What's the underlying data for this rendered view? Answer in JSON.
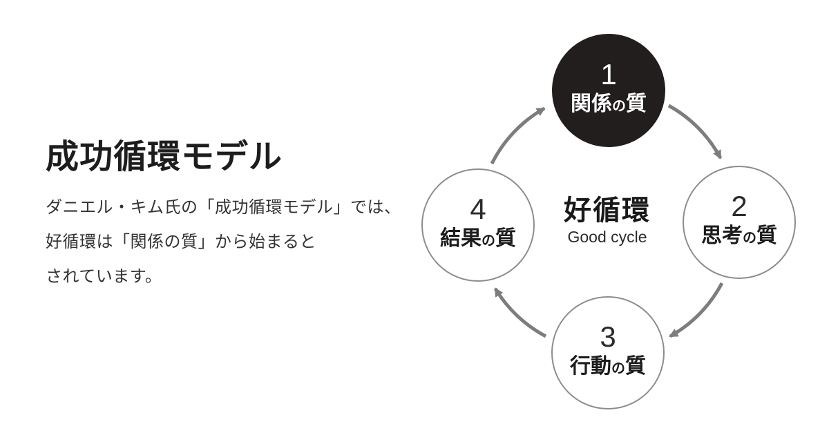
{
  "intro": {
    "title": "成功循環モデル",
    "body_lines": [
      "ダニエル・キム氏の「成功循環モデル」では、",
      "好循環は「関係の質」から始まると",
      "されています。"
    ]
  },
  "cycle": {
    "center_title": "好循環",
    "center_subtitle": "Good cycle",
    "nodes": [
      {
        "number": "1",
        "label_prefix": "関係",
        "particle": "の",
        "label_suffix": "質",
        "variant": "dark"
      },
      {
        "number": "2",
        "label_prefix": "思考",
        "particle": "の",
        "label_suffix": "質",
        "variant": "light"
      },
      {
        "number": "3",
        "label_prefix": "行動",
        "particle": "の",
        "label_suffix": "質",
        "variant": "light"
      },
      {
        "number": "4",
        "label_prefix": "結果",
        "particle": "の",
        "label_suffix": "質",
        "variant": "light"
      }
    ]
  },
  "colors": {
    "background": "#ffffff",
    "node_dark_fill": "#221e1e",
    "node_ring": "#8c8c8c",
    "arrow": "#7d7d7d",
    "title_text": "#1d1d1d",
    "body_text": "#333333"
  }
}
